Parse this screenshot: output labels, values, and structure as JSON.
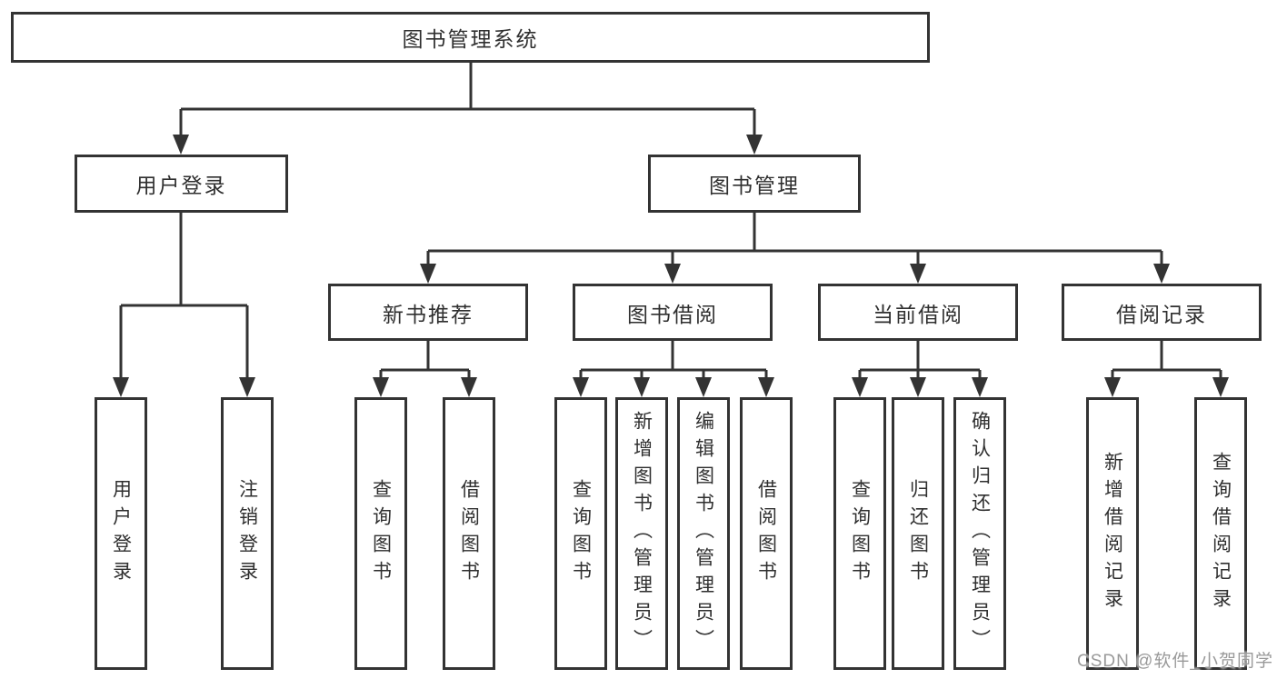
{
  "colors": {
    "line": "#333333",
    "box_border": "#333333",
    "text": "#2f2f2f",
    "watermark": "#999999"
  },
  "tree": {
    "root": "图书管理系统",
    "l2": [
      "用户登录",
      "图书管理"
    ],
    "l3": [
      "新书推荐",
      "图书借阅",
      "当前借阅",
      "借阅记录"
    ],
    "leaves": {
      "user": [
        "用户登录",
        "注销登录"
      ],
      "recommend": [
        "查询图书",
        "借阅图书"
      ],
      "borrow": [
        "查询图书",
        "新增图书（管理员）",
        "编辑图书（管理员）",
        "借阅图书"
      ],
      "current": [
        "查询图书",
        "归还图书",
        "确认归还（管理员）"
      ],
      "record": [
        "新增借阅记录",
        "查询借阅记录"
      ]
    }
  },
  "watermark": "CSDN @软件_小贺同学"
}
